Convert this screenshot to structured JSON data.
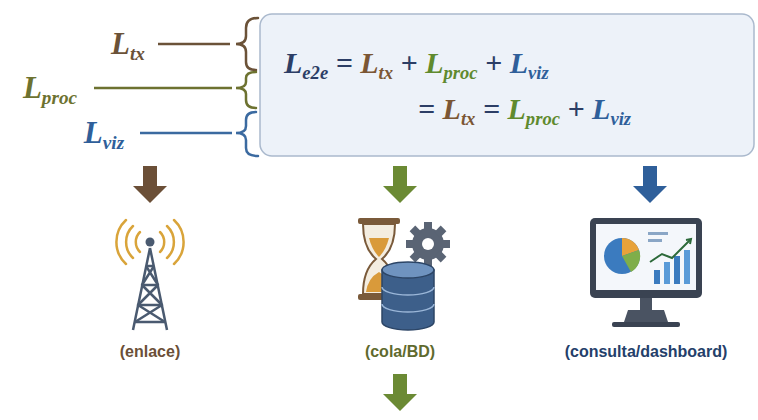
{
  "diagram": {
    "nodes": [
      {
        "text": [
          "Le2e = Ltx + Lproc + Lviz",
          "= Ltx = Lproc + Lviz"
        ]
      }
    ],
    "labels": [
      "Ltx",
      "Lproc",
      "Lviz",
      "(enlace)",
      "(cola/BD)",
      "(consulta/dashboard)"
    ]
  }
}
